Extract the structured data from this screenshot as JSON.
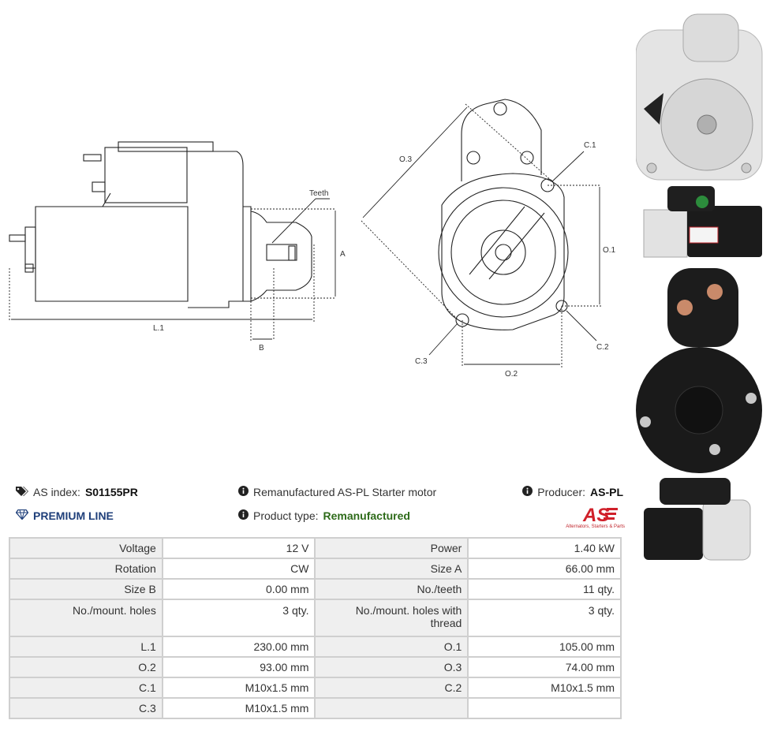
{
  "drawing_labels": {
    "teeth": "Teeth",
    "a": "A",
    "b": "B",
    "l1": "L.1",
    "o1": "O.1",
    "o2": "O.2",
    "o3": "O.3",
    "c1": "C.1",
    "c2": "C.2",
    "c3": "C.3"
  },
  "info": {
    "as_index_label": "AS index:",
    "as_index_value": "S01155PR",
    "premium": "PREMIUM LINE",
    "description": "Remanufactured AS-PL Starter motor",
    "product_type_label": "Product type:",
    "product_type_value": "Remanufactured",
    "producer_label": "Producer:",
    "producer_value": "AS-PL",
    "logo_text": "AS",
    "logo_tagline": "Alternators, Starters & Parts"
  },
  "specs": [
    [
      "Voltage",
      "12 V",
      "Power",
      "1.40 kW"
    ],
    [
      "Rotation",
      "CW",
      "Size A",
      "66.00 mm"
    ],
    [
      "Size B",
      "0.00 mm",
      "No./teeth",
      "11 qty."
    ],
    [
      "No./mount. holes",
      "3 qty.",
      "No./mount. holes with thread",
      "3 qty."
    ],
    [
      "L.1",
      "230.00 mm",
      "O.1",
      "105.00 mm"
    ],
    [
      "O.2",
      "93.00 mm",
      "O.3",
      "74.00 mm"
    ],
    [
      "C.1",
      "M10x1.5 mm",
      "C.2",
      "M10x1.5 mm"
    ],
    [
      "C.3",
      "M10x1.5 mm",
      "",
      ""
    ]
  ],
  "colors": {
    "premium": "#1f3f7a",
    "product_type": "#2e6b1a",
    "logo": "#d0202a",
    "table_border": "#cfcfcf",
    "key_bg": "#efefef"
  },
  "icons": [
    "tags-icon",
    "info-icon",
    "diamond-icon"
  ]
}
